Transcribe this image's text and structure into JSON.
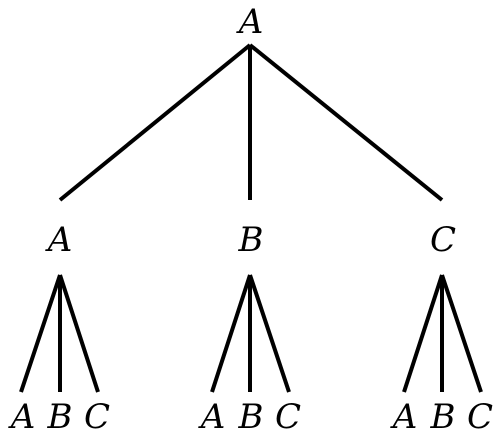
{
  "diagram": {
    "type": "tree",
    "root": {
      "label": "A",
      "children": [
        {
          "label": "A",
          "children": [
            {
              "label": "A"
            },
            {
              "label": "B"
            },
            {
              "label": "C"
            }
          ]
        },
        {
          "label": "B",
          "children": [
            {
              "label": "A"
            },
            {
              "label": "B"
            },
            {
              "label": "C"
            }
          ]
        },
        {
          "label": "C",
          "children": [
            {
              "label": "A"
            },
            {
              "label": "B"
            },
            {
              "label": "C"
            }
          ]
        }
      ]
    },
    "colors": {
      "line": "#000000",
      "text": "#000000",
      "background": "#ffffff"
    }
  }
}
